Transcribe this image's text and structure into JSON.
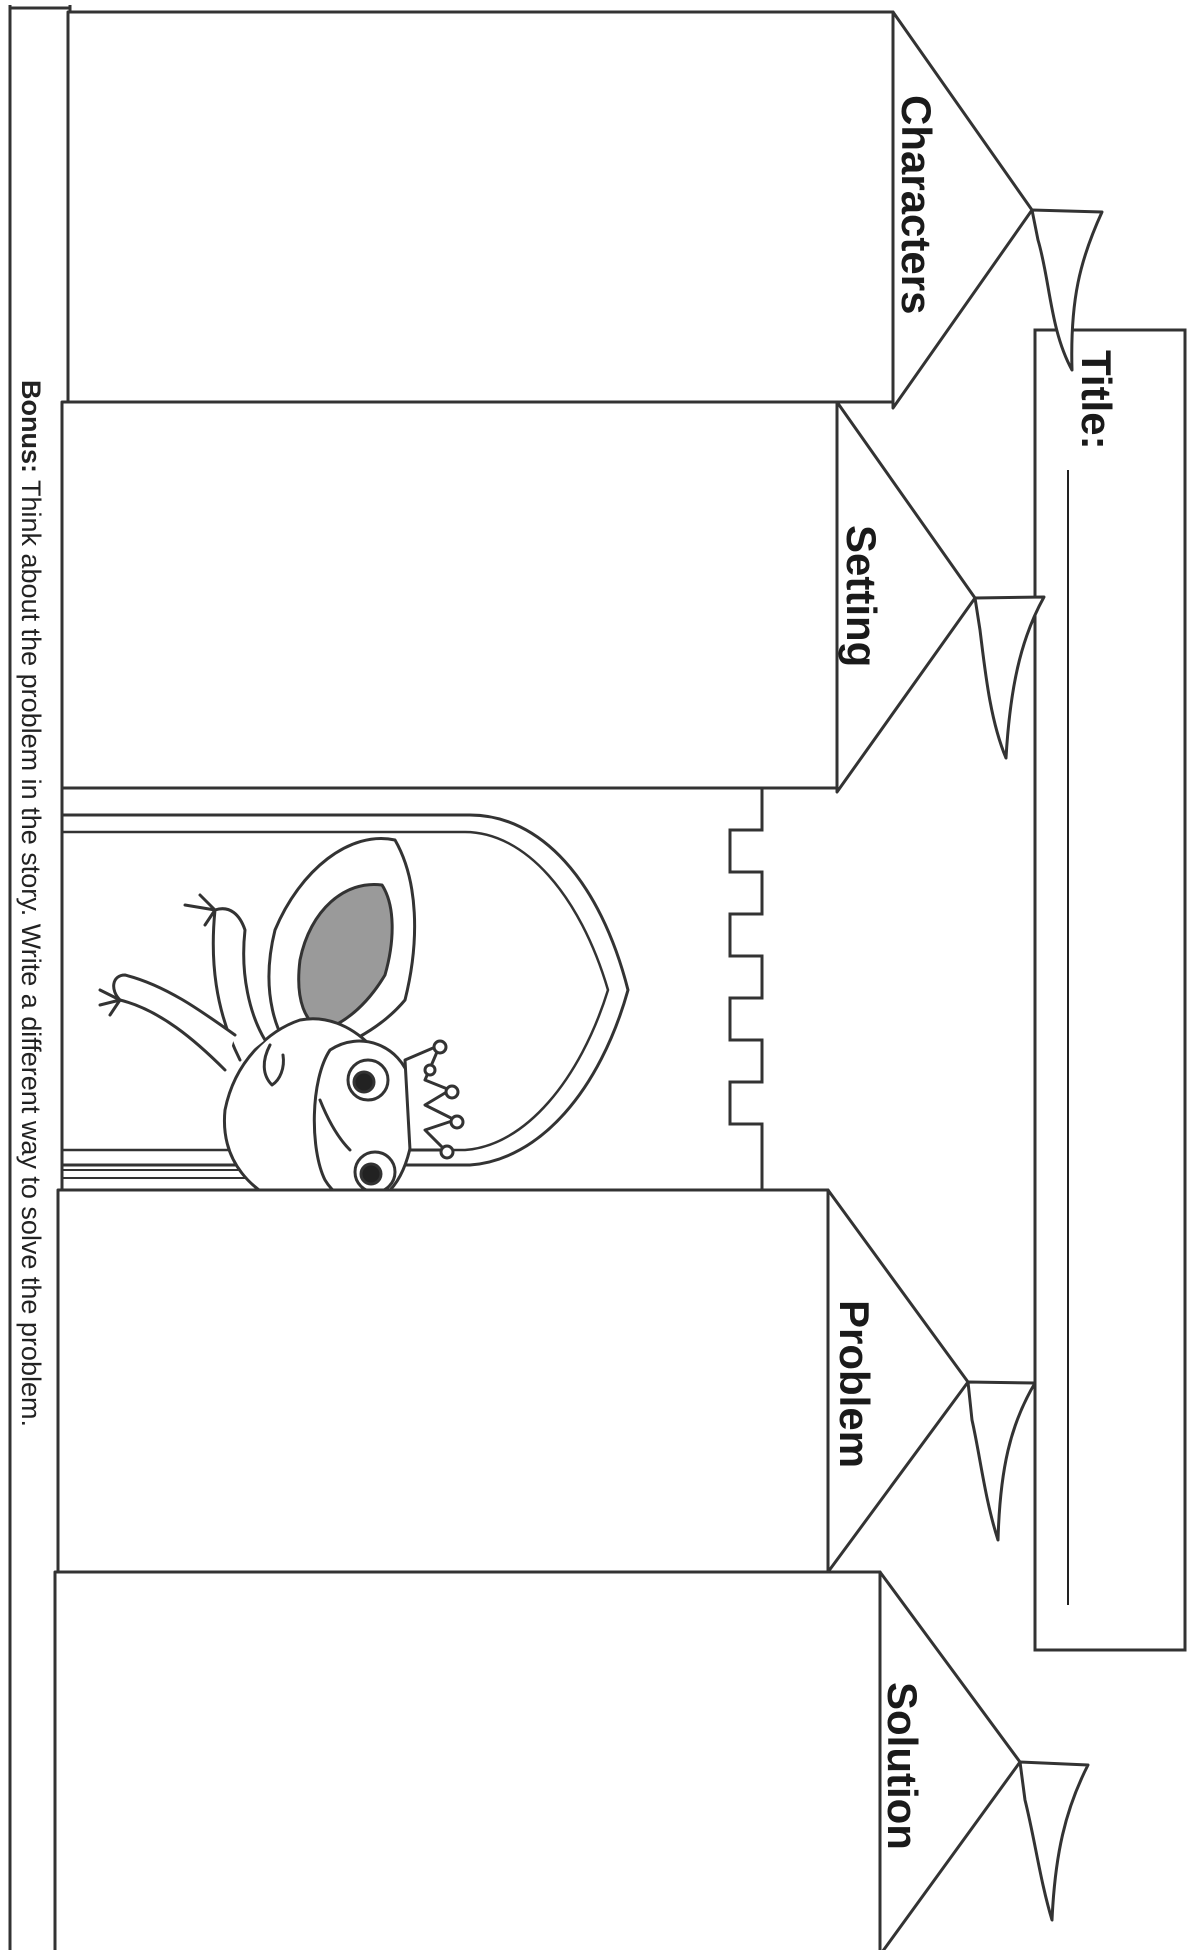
{
  "title": {
    "label": "Title:"
  },
  "towers": [
    {
      "label": "Characters"
    },
    {
      "label": "Setting"
    },
    {
      "label": "Problem"
    },
    {
      "label": "Solution"
    }
  ],
  "bonus": {
    "label": "Bonus:",
    "text": " Think about the problem in the story. Write a different way to solve the problem."
  }
}
